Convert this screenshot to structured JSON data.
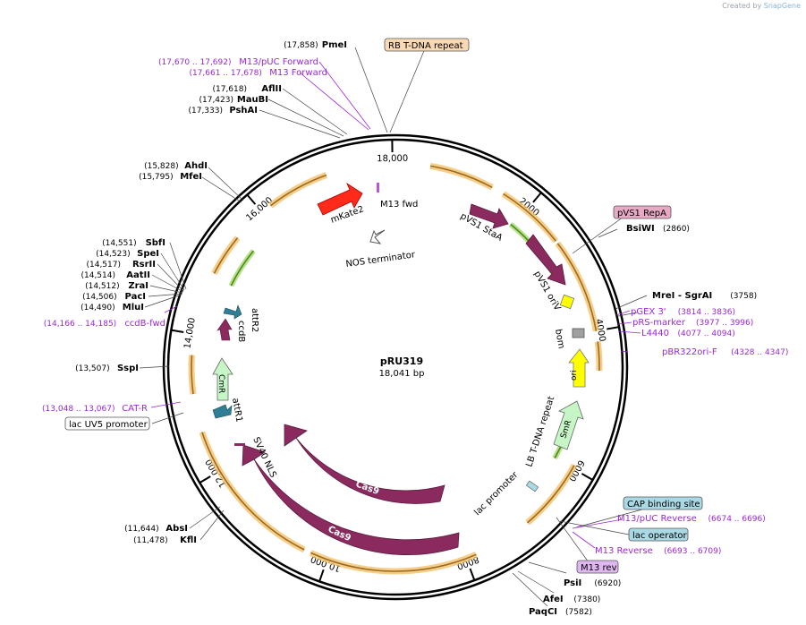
{
  "credit": {
    "prefix": "Created by",
    "brand": "SnapGene"
  },
  "plasmid": {
    "name": "pRU319",
    "length": "18,041 bp"
  },
  "ticks": [
    "2000",
    "4000",
    "6000",
    "8000",
    "10,000",
    "12,000",
    "14,000",
    "16,000",
    "18,000"
  ],
  "enzymes": [
    {
      "name": "PmeI",
      "pos": "(17,858)"
    },
    {
      "name": "AflII",
      "pos": "(17,618)"
    },
    {
      "name": "MauBI",
      "pos": "(17,423)"
    },
    {
      "name": "PshAI",
      "pos": "(17,333)"
    },
    {
      "name": "AhdI",
      "pos": "(15,828)"
    },
    {
      "name": "MfeI",
      "pos": "(15,795)"
    },
    {
      "name": "SbfI",
      "pos": "(14,551)"
    },
    {
      "name": "SpeI",
      "pos": "(14,523)"
    },
    {
      "name": "RsrII",
      "pos": "(14,517)"
    },
    {
      "name": "AatII",
      "pos": "(14,514)"
    },
    {
      "name": "ZraI",
      "pos": "(14,512)"
    },
    {
      "name": "PacI",
      "pos": "(14,506)"
    },
    {
      "name": "MluI",
      "pos": "(14,490)"
    },
    {
      "name": "SspI",
      "pos": "(13,507)"
    },
    {
      "name": "AbsI",
      "pos": "(11,644)"
    },
    {
      "name": "KflI",
      "pos": "(11,478)"
    },
    {
      "name": "BsiWI",
      "pos": "(2860)"
    },
    {
      "name": "MreI - SgrAI",
      "pos": "(3758)"
    },
    {
      "name": "PsiI",
      "pos": "(6920)"
    },
    {
      "name": "AfeI",
      "pos": "(7380)"
    },
    {
      "name": "PaqCI",
      "pos": "(7582)"
    }
  ],
  "primers": [
    {
      "name": "M13/pUC Forward",
      "pos": "(17,670 .. 17,692)"
    },
    {
      "name": "M13 Forward",
      "pos": "(17,661 .. 17,678)"
    },
    {
      "name": "ccdB-fwd",
      "pos": "(14,166 .. 14,185)"
    },
    {
      "name": "CAT-R",
      "pos": "(13,048 .. 13,067)"
    },
    {
      "name": "pGEX 3'",
      "pos": "(3814 .. 3836)"
    },
    {
      "name": "pRS-marker",
      "pos": "(3977 .. 3996)"
    },
    {
      "name": "L4440",
      "pos": "(4077 .. 4094)"
    },
    {
      "name": "pBR322ori-F",
      "pos": "(4328 .. 4347)"
    },
    {
      "name": "M13/pUC Reverse",
      "pos": "(6674 .. 6696)"
    },
    {
      "name": "M13 Reverse",
      "pos": "(6693 .. 6709)"
    }
  ],
  "boxed_labels": [
    {
      "name": "RB T-DNA repeat",
      "color": "#f9d8b4"
    },
    {
      "name": "pVS1 RepA",
      "color": "#e7a9c4"
    },
    {
      "name": "lac UV5 promoter",
      "color": "#ffffff"
    },
    {
      "name": "CAP binding site",
      "color": "#a9d9e4"
    },
    {
      "name": "lac operator",
      "color": "#a9d9e4"
    },
    {
      "name": "M13 rev",
      "color": "#e0b6f0"
    }
  ],
  "features": [
    {
      "name": "mKate2",
      "color": "#ff0000"
    },
    {
      "name": "M13 fwd",
      "color": "#c050e0"
    },
    {
      "name": "NOS terminator",
      "color": "#ffffff"
    },
    {
      "name": "pVS1 StaA",
      "color": "#8b2a5f"
    },
    {
      "name": "pVS1 oriV",
      "color": "#8b2a5f"
    },
    {
      "name": "bom",
      "color": "#9a9a9a"
    },
    {
      "name": "ori",
      "color": "#ffff00"
    },
    {
      "name": "LB T-DNA repeat",
      "color": "#000000"
    },
    {
      "name": "SmR",
      "color": "#c6f5c6"
    },
    {
      "name": "lac promoter",
      "color": "#000000"
    },
    {
      "name": "Cas9",
      "color": "#8b2a5f"
    },
    {
      "name": "Cas9",
      "color": "#8b2a5f"
    },
    {
      "name": "SV40 NLS",
      "color": "#000000"
    },
    {
      "name": "attR1",
      "color": "#2f7e96"
    },
    {
      "name": "CmR",
      "color": "#c6f5c6"
    },
    {
      "name": "ccdB",
      "color": "#8b2a5f"
    },
    {
      "name": "attR2",
      "color": "#2f7e96"
    }
  ],
  "colors": {
    "orf": "#f5c26b",
    "orf_arrow": "#9a6b1f",
    "green_orf": "#7fbf3f",
    "backbone": "#000000"
  }
}
